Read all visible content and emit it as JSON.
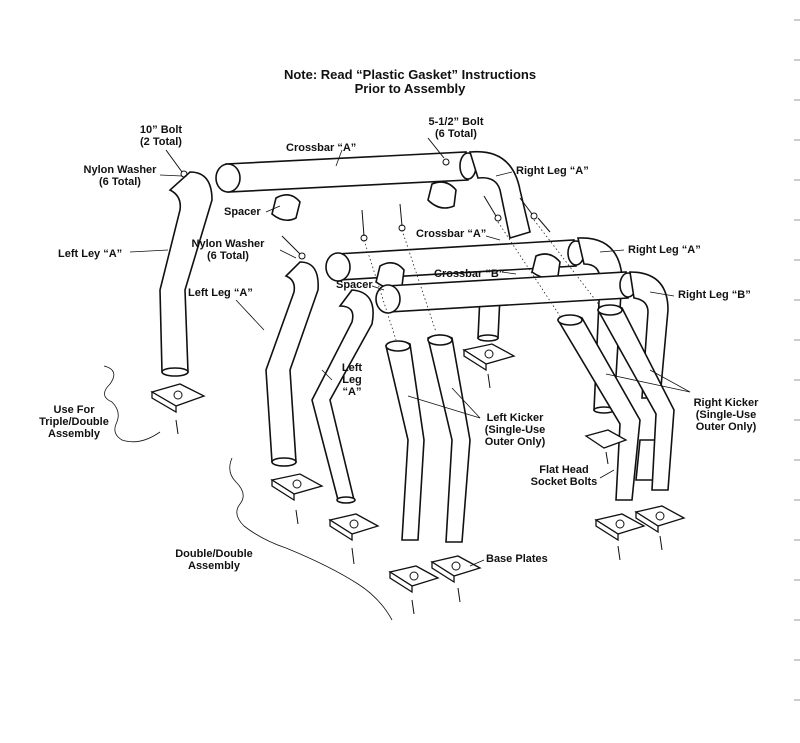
{
  "title": {
    "line1": "Note: Read “Plastic Gasket” Instructions",
    "line2": "Prior to Assembly"
  },
  "labels": {
    "bolt_10": {
      "line1": "10” Bolt",
      "line2": "(2 Total)"
    },
    "bolt_5": {
      "line1": "5-1/2” Bolt",
      "line2": "(6 Total)"
    },
    "nylon_washer_1": {
      "line1": "Nylon Washer",
      "line2": "(6 Total)"
    },
    "nylon_washer_2": {
      "line1": "Nylon Washer",
      "line2": "(6 Total)"
    },
    "crossbar_a_top": "Crossbar “A”",
    "crossbar_a_mid": "Crossbar “A”",
    "crossbar_b": "Crossbar “B”",
    "right_leg_a_top": "Right Leg “A”",
    "right_leg_a_mid": "Right Leg “A”",
    "right_leg_b": "Right Leg “B”",
    "spacer_1": "Spacer",
    "spacer_2": "Spacer",
    "left_ley_a": "Left Ley “A”",
    "left_leg_a_mid": "Left Leg “A”",
    "left_leg_a_front": {
      "line1": "Left",
      "line2": "Leg",
      "line3": "“A”"
    },
    "left_kicker": {
      "line1": "Left Kicker",
      "line2": "(Single-Use",
      "line3": "Outer Only)"
    },
    "right_kicker": {
      "line1": "Right Kicker",
      "line2": "(Single-Use",
      "line3": "Outer Only)"
    },
    "flat_head": {
      "line1": "Flat Head",
      "line2": "Socket Bolts"
    },
    "triple_double": {
      "line1": "Use For",
      "line2": "Triple/Double",
      "line3": "Assembly"
    },
    "double_double": {
      "line1": "Double/Double",
      "line2": "Assembly"
    },
    "base_plates": "Base Plates"
  }
}
